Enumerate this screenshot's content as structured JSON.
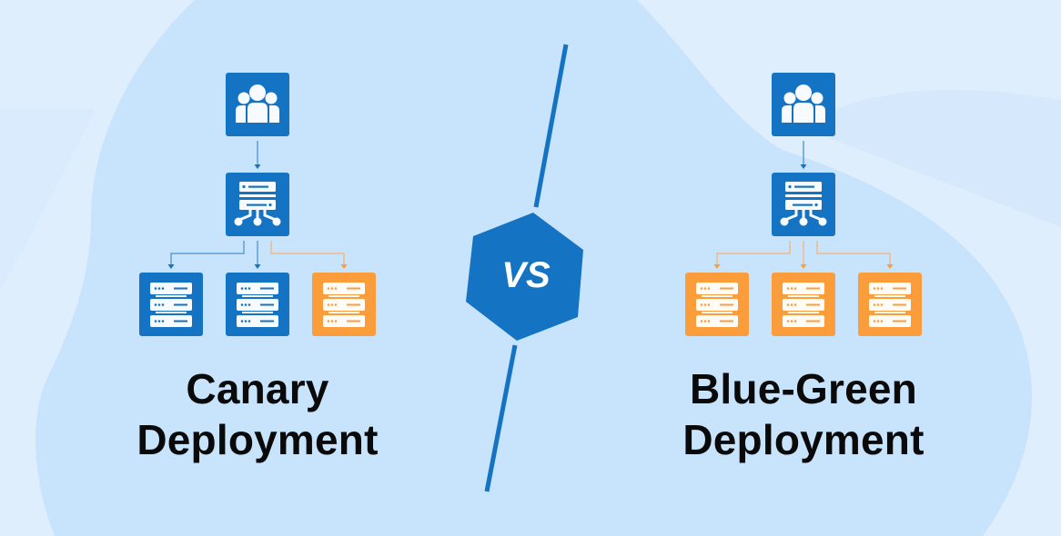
{
  "colors": {
    "primary_blue": "#1473C2",
    "canary_orange": "#FB9D3A",
    "connector_blue": "#5A9FD8",
    "connector_orange": "#EDB98A",
    "background_light": "#DFEEFD",
    "blob": "#C8E4FC",
    "text": "#0A0A0A"
  },
  "divider": {
    "label": "VS"
  },
  "left": {
    "title_line1": "Canary",
    "title_line2": "Deployment",
    "nodes": {
      "users": {
        "icon": "users-group-icon",
        "color": "blue"
      },
      "load_balancer": {
        "icon": "load-balancer-icon",
        "color": "blue"
      },
      "servers": [
        {
          "icon": "server-rack-icon",
          "color": "blue"
        },
        {
          "icon": "server-rack-icon",
          "color": "blue"
        },
        {
          "icon": "server-rack-icon",
          "color": "orange"
        }
      ]
    }
  },
  "right": {
    "title_line1": "Blue-Green",
    "title_line2": "Deployment",
    "nodes": {
      "users": {
        "icon": "users-group-icon",
        "color": "blue"
      },
      "load_balancer": {
        "icon": "load-balancer-icon",
        "color": "blue"
      },
      "servers": [
        {
          "icon": "server-rack-icon",
          "color": "orange"
        },
        {
          "icon": "server-rack-icon",
          "color": "orange"
        },
        {
          "icon": "server-rack-icon",
          "color": "orange"
        }
      ]
    }
  }
}
